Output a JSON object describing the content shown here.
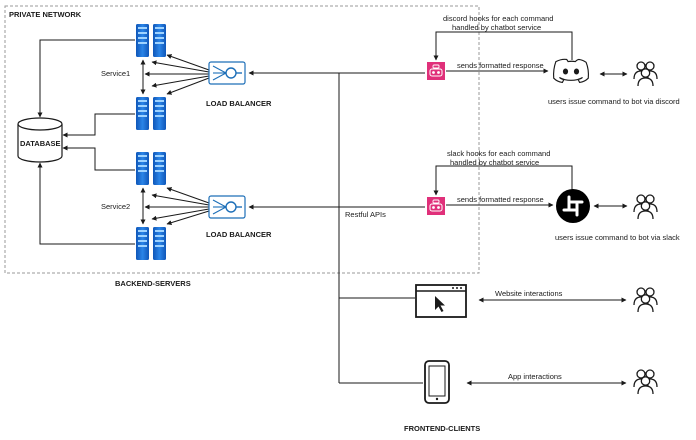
{
  "labels": {
    "private_network": "PRIVATE NETWORK",
    "backend_servers": "BACKEND-SERVERS",
    "frontend_clients": "FRONTEND-CLIENTS",
    "database": "DATABASE",
    "service1": "Service1",
    "service2": "Service2",
    "load_balancer_1": "LOAD BALANCER",
    "load_balancer_2": "LOAD BALANCER",
    "restful_apis": "Restful APIs",
    "discord_hooks_line1": "discord hooks for each command",
    "discord_hooks_line2": "handled by chatbot service",
    "slack_hooks_line1": "slack hooks for each command",
    "slack_hooks_line2": "handled by chatbot service",
    "sends_formatted_response_1": "sends formatted response",
    "sends_formatted_response_2": "sends formatted response",
    "users_discord": "users issue command to bot via discord",
    "users_slack": "users issue command to bot via slack",
    "website_interactions": "Website interactions",
    "app_interactions": "App interactions"
  },
  "colors": {
    "server_blue": "#1f6fd6",
    "server_light": "#6fb5f7",
    "bot_pink": "#e0307a",
    "line": "#1a1a1a",
    "dashed_border": "#9a9a9a"
  },
  "icons": {
    "servers": "server-rack-icon",
    "load_balancer": "load-balancer-icon",
    "bot": "chatbot-icon",
    "discord": "discord-logo-icon",
    "slack": "slack-logo-icon",
    "users": "users-group-icon",
    "browser": "browser-window-icon",
    "phone": "mobile-phone-icon",
    "database": "database-cylinder-icon"
  }
}
